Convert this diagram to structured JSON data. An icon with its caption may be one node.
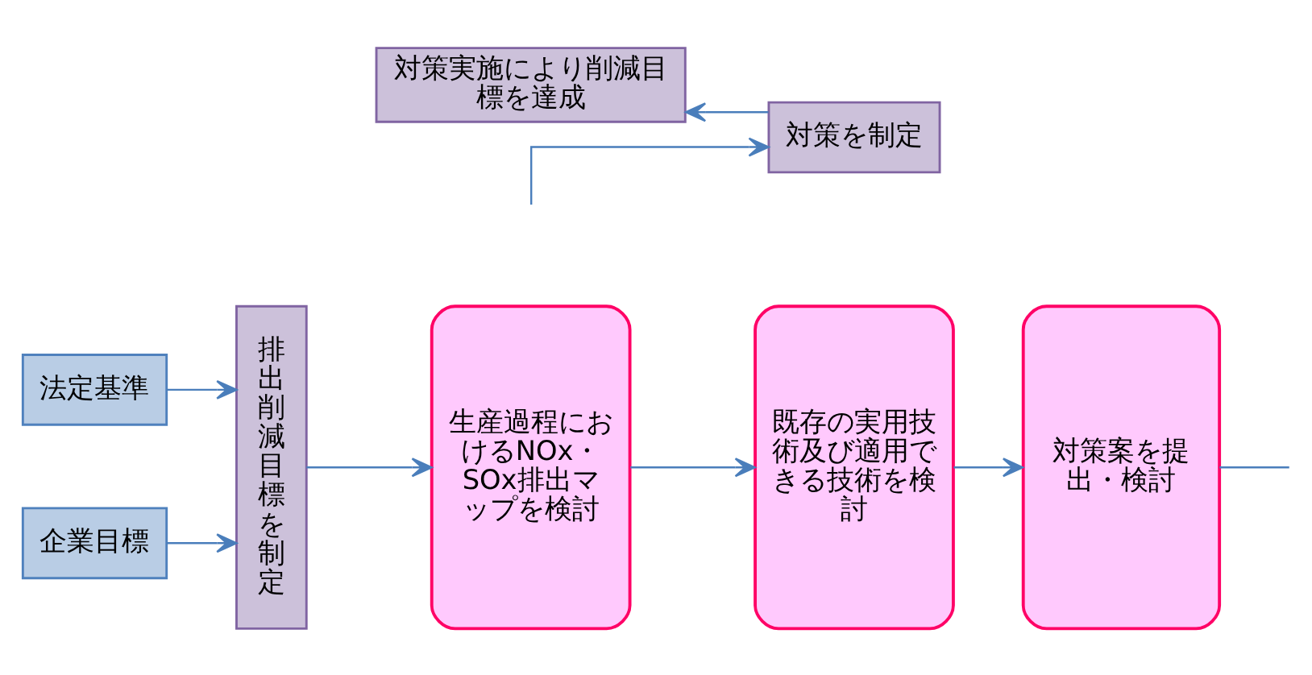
{
  "diagram": {
    "nodes": [
      {
        "text": [
          "法定基準"
        ]
      },
      {
        "text": [
          "企業目標"
        ]
      },
      {
        "text": [
          "排出削減目標を制定"
        ]
      },
      {
        "text": [
          "生産過程におけるNOx・SOx排出マップを検討"
        ]
      },
      {
        "text": [
          "既存の実用技術及び適用できる技術を検討"
        ]
      },
      {
        "text": [
          "対策案を提出・検討"
        ]
      },
      {
        "text": [
          "対策を制定"
        ]
      },
      {
        "text": [
          "対策実施により削減目標を達成"
        ]
      }
    ],
    "edges": [
      {
        "from": 0,
        "to": 2,
        "arrow": "to"
      },
      {
        "from": 1,
        "to": 2,
        "arrow": "to"
      },
      {
        "from": 2,
        "to": 3,
        "arrow": "to"
      },
      {
        "from": 3,
        "to": 4,
        "arrow": "to"
      },
      {
        "from": 4,
        "to": 5,
        "arrow": "to"
      },
      {
        "from": 5,
        "to": null,
        "arrow": "none"
      },
      {
        "from": null,
        "to": 6,
        "arrow": "to"
      },
      {
        "from": 6,
        "to": 7,
        "arrow": "to"
      }
    ]
  }
}
